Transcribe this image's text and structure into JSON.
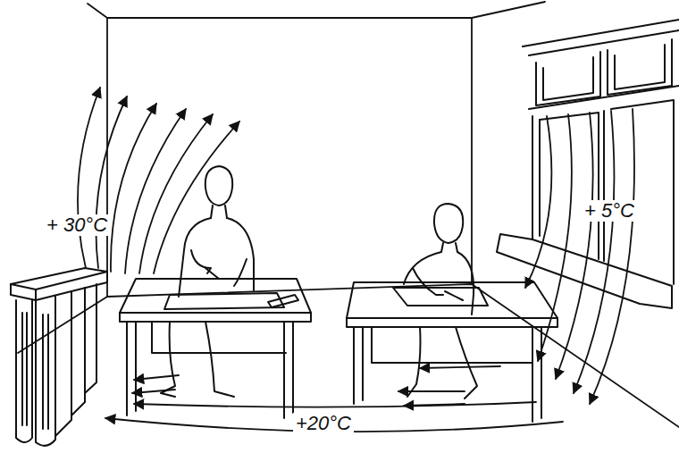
{
  "diagram": {
    "labels": [
      "+ 30°C",
      "+ 5°C",
      "+20°C"
    ]
  }
}
